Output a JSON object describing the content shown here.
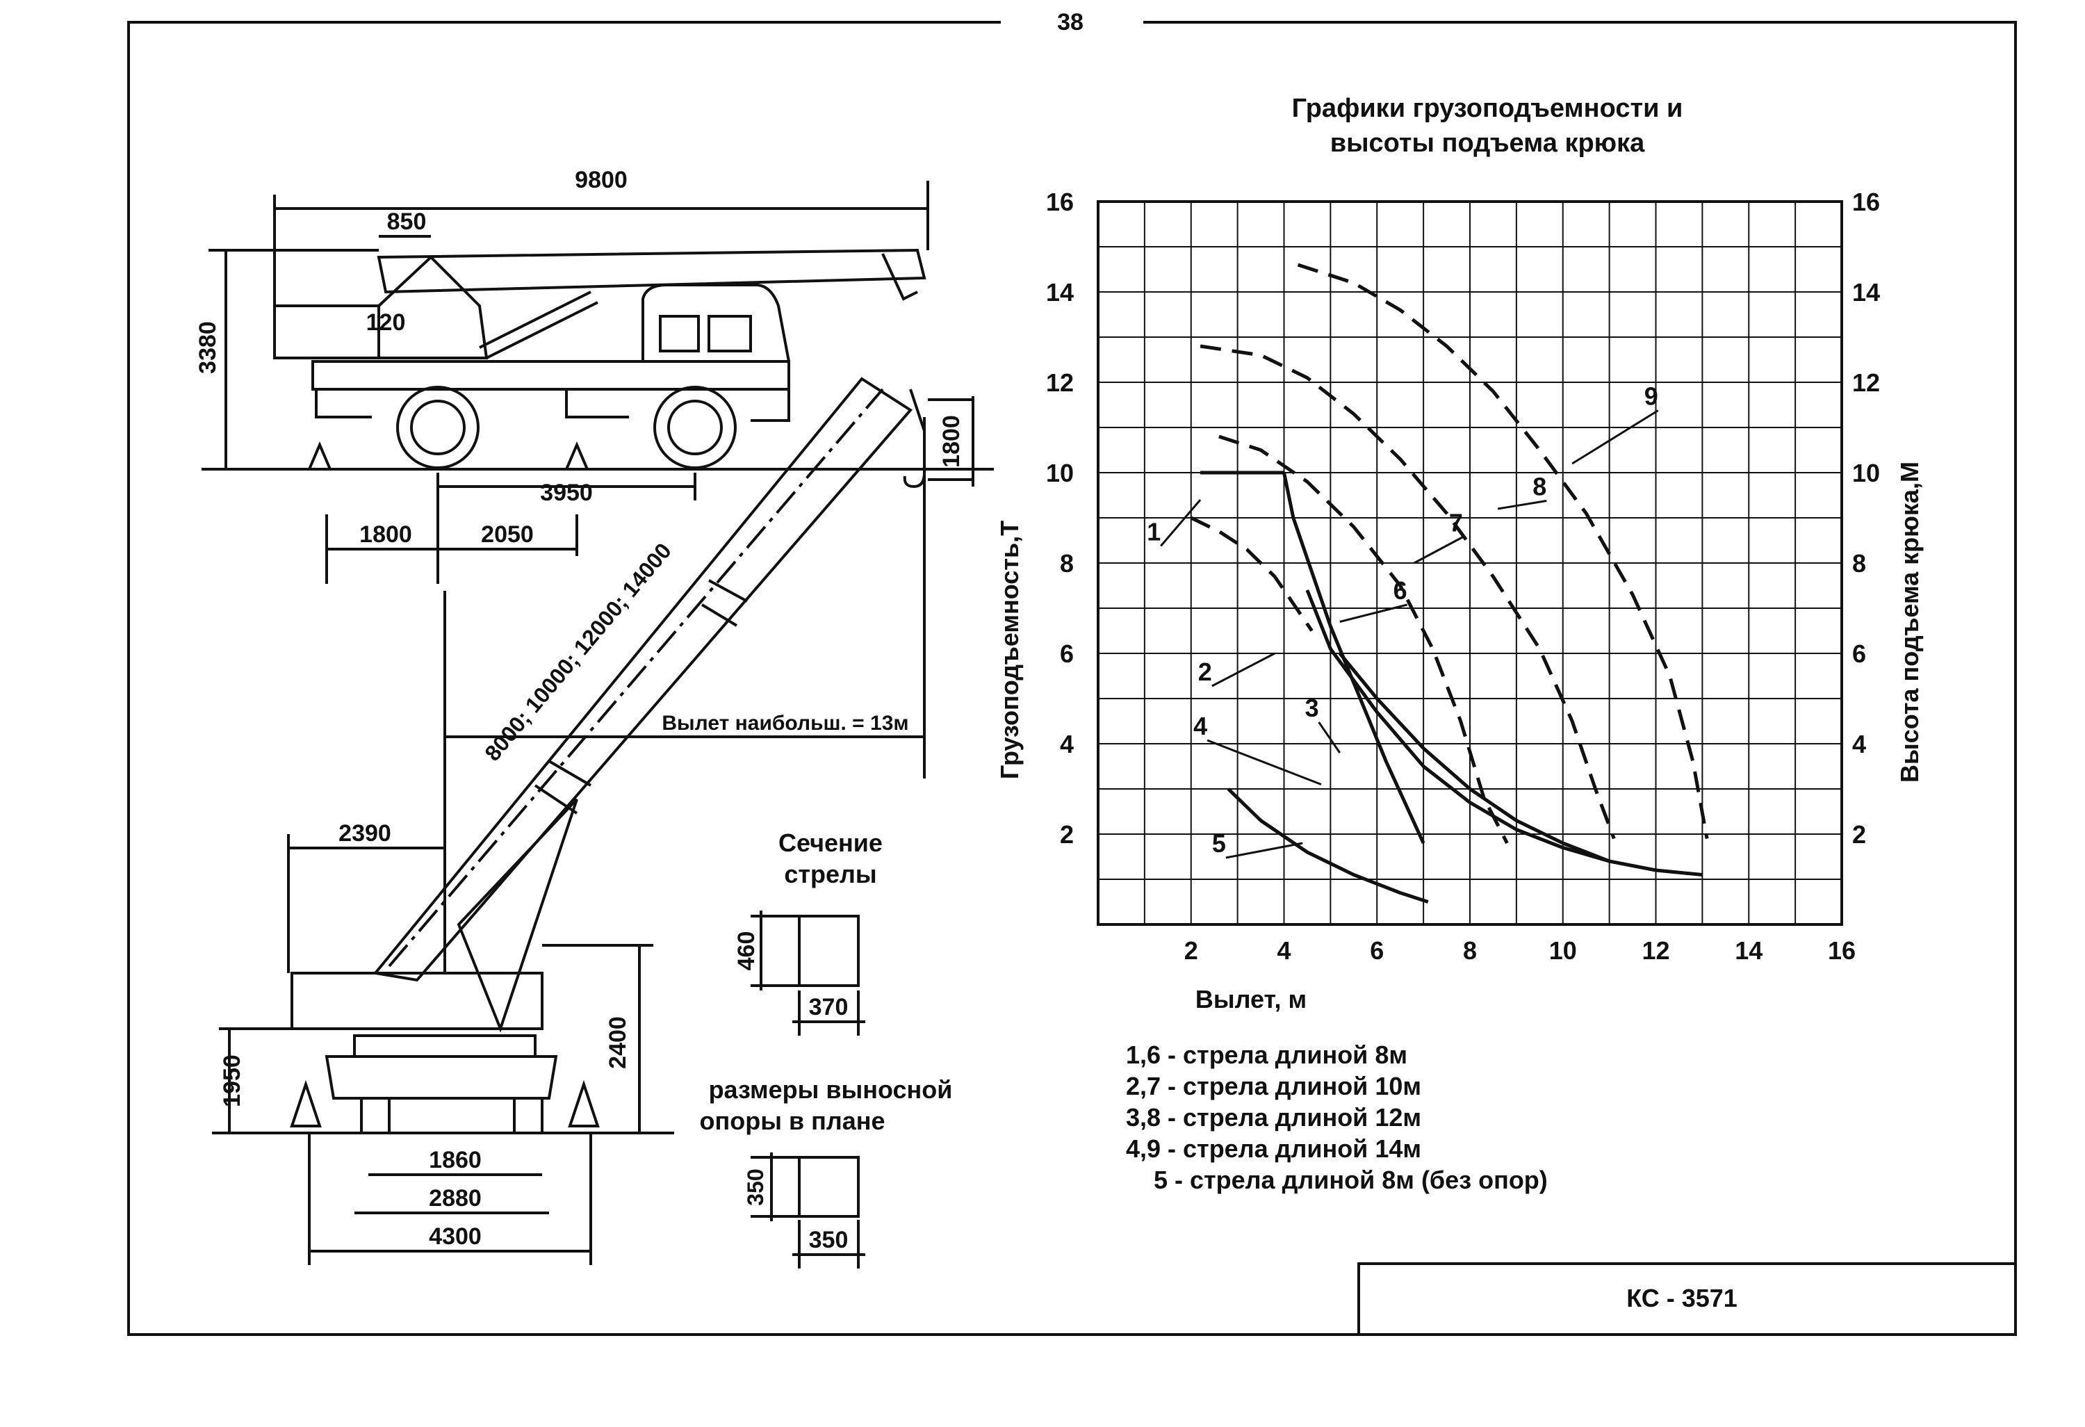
{
  "page_number": "38",
  "drawing_code": "КС - 3571",
  "chart_title": [
    "Графики грузоподъемности и",
    "высоты подъема крюка"
  ],
  "truck_dims": {
    "length": "9800",
    "d850": "850",
    "height": "3380",
    "d120": "120",
    "wheelbase": "3950",
    "d1800": "1800",
    "d2050": "2050",
    "hook_height": "1800"
  },
  "crane_dims": {
    "boom_lengths": "8000; 10000; 12000; 14000",
    "max_reach": "Вылет наибольш. = 13м",
    "d2390": "2390",
    "d1950": "1950",
    "d2400": "2400",
    "d1860": "1860",
    "d2880": "2880",
    "d4300": "4300"
  },
  "boom_section": {
    "title": [
      "Сечение",
      "стрелы"
    ],
    "height": "460",
    "width": "370"
  },
  "outrigger_section": {
    "title": [
      "размеры выносной",
      "опоры в плане"
    ],
    "height": "350",
    "width": "350"
  },
  "legend": [
    "1,6 - стрела длиной 8м",
    "2,7 - стрела длиной  10м",
    "3,8 - стрела длиной 12м",
    "4,9 - стрела длиной 14м",
    "5 - стрела длиной 8м (без опор)"
  ],
  "chart_data": {
    "type": "line",
    "xlabel": "Вылет, м",
    "ylabel_left": "Грузоподъемность,Т",
    "ylabel_right": "Высота подъема крюка,М",
    "xlim": [
      0,
      16
    ],
    "ylim": [
      0,
      16
    ],
    "x_ticks": [
      2,
      4,
      6,
      8,
      10,
      12,
      14,
      16
    ],
    "y_ticks": [
      2,
      4,
      6,
      8,
      10,
      12,
      14,
      16
    ],
    "y_ticks_right": [
      2,
      4,
      6,
      8,
      10,
      12,
      14,
      16
    ],
    "grid": true,
    "series": [
      {
        "name": "1",
        "style": "solid",
        "x": [
          2.2,
          3,
          4
        ],
        "y": [
          10,
          10,
          10
        ]
      },
      {
        "name": "2",
        "style": "solid",
        "x": [
          4,
          4.2,
          4.6,
          5,
          5.4,
          5.8,
          6.2,
          6.6,
          7
        ],
        "y": [
          10,
          9,
          7.8,
          6.6,
          5.6,
          4.6,
          3.6,
          2.7,
          1.8
        ]
      },
      {
        "name": "3",
        "style": "solid",
        "x": [
          4.5,
          5,
          6,
          7,
          8,
          9,
          10,
          11
        ],
        "y": [
          7.4,
          6.1,
          4.7,
          3.5,
          2.7,
          2.1,
          1.7,
          1.4
        ]
      },
      {
        "name": "4",
        "style": "solid",
        "x": [
          5.2,
          6,
          7,
          8,
          9,
          10,
          11,
          12,
          13
        ],
        "y": [
          6,
          5,
          3.9,
          3,
          2.3,
          1.8,
          1.4,
          1.2,
          1.1
        ]
      },
      {
        "name": "5",
        "style": "solid",
        "x": [
          2.8,
          3.5,
          4.5,
          5.5,
          6.5,
          7.1
        ],
        "y": [
          3,
          2.3,
          1.6,
          1.1,
          0.7,
          0.5
        ]
      },
      {
        "name": "6",
        "style": "dashed",
        "x": [
          2,
          2.6,
          3.2,
          3.8,
          4.2,
          4.6
        ],
        "y": [
          9,
          8.7,
          8.3,
          7.7,
          7.1,
          6.5
        ]
      },
      {
        "name": "7",
        "style": "dashed",
        "x": [
          2.6,
          3.5,
          4.5,
          5.5,
          6.5,
          7.2,
          7.8,
          8.3,
          8.8
        ],
        "y": [
          10.8,
          10.5,
          9.8,
          8.8,
          7.5,
          6.1,
          4.5,
          2.8,
          1.8
        ]
      },
      {
        "name": "8",
        "style": "dashed",
        "x": [
          2.2,
          3.5,
          4.5,
          5.5,
          6.5,
          7.5,
          8.5,
          9.5,
          10.2,
          10.7,
          11.1
        ],
        "y": [
          12.8,
          12.6,
          12.1,
          11.3,
          10.3,
          9.1,
          7.7,
          6.1,
          4.5,
          3,
          1.9
        ]
      },
      {
        "name": "9",
        "style": "dashed",
        "x": [
          4.3,
          5.5,
          6.5,
          7.5,
          8.5,
          9.5,
          10.5,
          11.5,
          12.3,
          12.8,
          13.1
        ],
        "y": [
          14.6,
          14.2,
          13.6,
          12.8,
          11.8,
          10.5,
          9.1,
          7.3,
          5.5,
          3.6,
          1.9
        ]
      }
    ]
  }
}
